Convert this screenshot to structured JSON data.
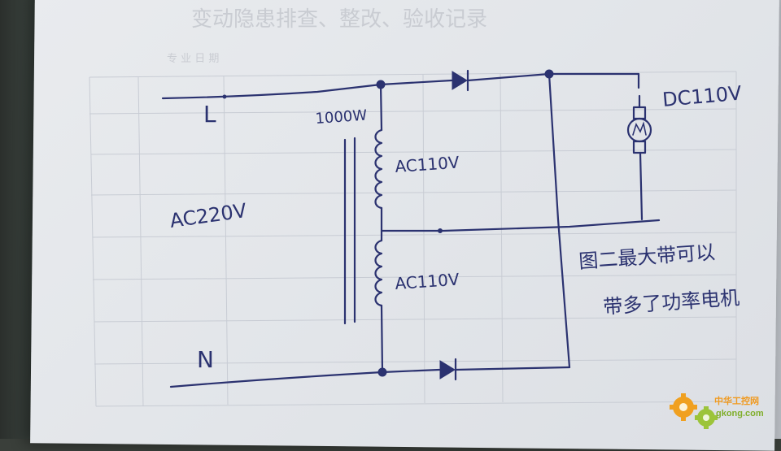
{
  "header_ghost": {
    "title": "变动隐患排查、整改、验收记录",
    "sub": "专 业   日 期"
  },
  "labels": {
    "line": "L",
    "neutral": "N",
    "ac_input": "AC220V",
    "power": "1000W",
    "ac_upper": "AC110V",
    "ac_lower": "AC110V",
    "dc_output": "DC110V",
    "note_line1": "图二最大带可以",
    "note_line2": "带多了功率电机"
  },
  "watermark": {
    "cn": "中华工控网",
    "url": "gkong.com"
  },
  "colors": {
    "ink": "#2b3270",
    "paper": "#e6e8ec",
    "grid": "#c8ccd4"
  }
}
